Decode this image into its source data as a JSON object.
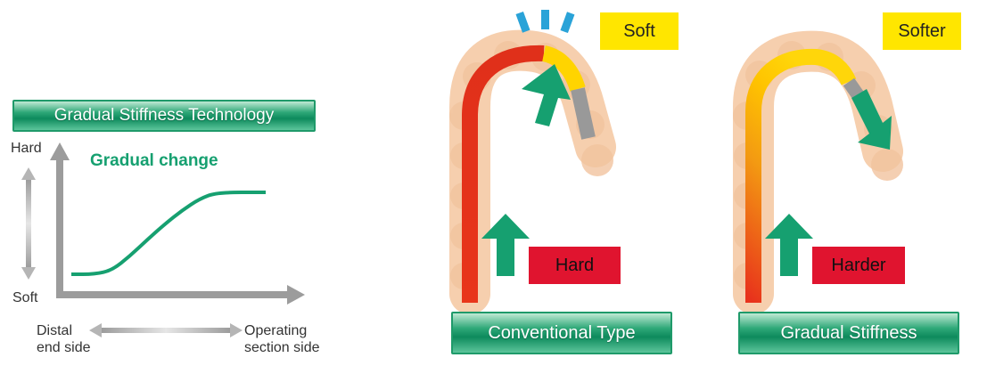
{
  "chart": {
    "title": "Gradual Stiffness Technology",
    "annotation": "Gradual change",
    "y_top": "Hard",
    "y_bottom": "Soft",
    "x_left_line1": "Distal",
    "x_left_line2": "end side",
    "x_right_line1": "Operating",
    "x_right_line2": "section side"
  },
  "chart_data": {
    "type": "line",
    "title": "Gradual Stiffness Technology",
    "xlabel": "",
    "ylabel": "",
    "x": [
      0.0,
      0.12,
      0.21,
      0.3,
      0.39,
      0.48,
      0.57,
      0.66,
      0.75,
      1.0
    ],
    "series": [
      {
        "name": "Gradual change",
        "values": [
          0.0,
          0.0,
          0.05,
          0.22,
          0.42,
          0.61,
          0.78,
          0.92,
          1.0,
          1.0
        ]
      }
    ],
    "xlim": [
      0,
      1
    ],
    "ylim": [
      0,
      1
    ],
    "grid": false,
    "color": "#16a070"
  },
  "panels": {
    "conventional": {
      "caption": "Conventional Type",
      "tip_label": "Soft",
      "base_label": "Hard"
    },
    "gradual": {
      "caption": "Gradual Stiffness",
      "tip_label": "Softer",
      "base_label": "Harder"
    }
  },
  "colors": {
    "green": "#16a070",
    "red_label": "#e0142f",
    "yellow_label": "#ffe600",
    "skin": "#f6cfae",
    "blue_marks": "#2aa3d8",
    "tube_red": "#e33a1c",
    "tube_yellow": "#ffd400",
    "tube_gray": "#999999"
  }
}
